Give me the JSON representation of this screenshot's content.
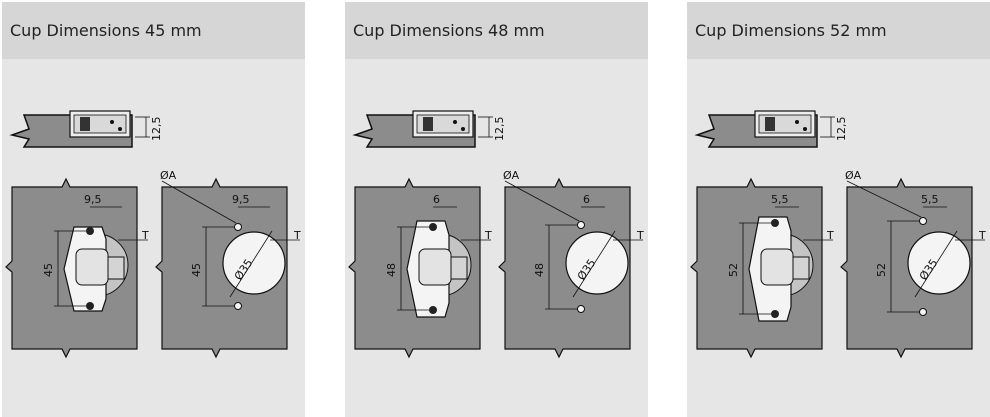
{
  "panels": [
    {
      "title": "Cup Dimensions 45 mm",
      "hole_spacing": "45",
      "offset": "9,5",
      "cup_depth": "12,5",
      "bore_label": "ØA",
      "cup_diameter": "Ø35",
      "tab_label": "T"
    },
    {
      "title": "Cup Dimensions 48 mm",
      "hole_spacing": "48",
      "offset": "6",
      "cup_depth": "12,5",
      "bore_label": "ØA",
      "cup_diameter": "Ø35",
      "tab_label": "T"
    },
    {
      "title": "Cup Dimensions 52 mm",
      "hole_spacing": "52",
      "offset": "5,5",
      "cup_depth": "12,5",
      "bore_label": "ØA",
      "cup_diameter": "Ø35",
      "tab_label": "T"
    }
  ],
  "colors": {
    "panel_bg": "#e6e6e6",
    "header_bg": "#d6d6d6",
    "board": "#8c8c8c",
    "cup": "#f4f4f4",
    "line": "#111111"
  }
}
